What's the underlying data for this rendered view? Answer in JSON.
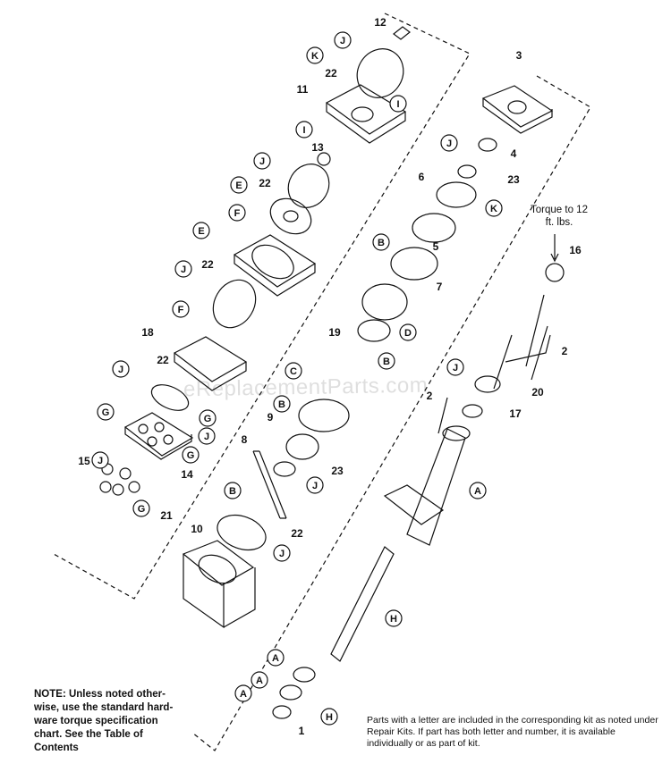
{
  "torque_note": "Torque to 12 ft. lbs.",
  "watermark": "eReplacementParts.com",
  "note_text": "NOTE: Unless noted other-wise, use the standard hard-ware torque specification chart. See the Table of Contents",
  "kit_note": "Parts with a letter are included in the corresponding kit as noted under Repair Kits. If part has both letter and number, it is available individually or as part of kit.",
  "callouts": [
    {
      "text": "12",
      "style": "num"
    },
    {
      "text": "J",
      "style": "circle"
    },
    {
      "text": "K",
      "style": "circle"
    },
    {
      "text": "22",
      "style": "num"
    },
    {
      "text": "I",
      "style": "circle"
    },
    {
      "text": "11",
      "style": "num"
    },
    {
      "text": "I",
      "style": "circle"
    },
    {
      "text": "13",
      "style": "num"
    },
    {
      "text": "J",
      "style": "circle"
    },
    {
      "text": "22",
      "style": "num"
    },
    {
      "text": "E",
      "style": "circle"
    },
    {
      "text": "F",
      "style": "circle"
    },
    {
      "text": "E",
      "style": "circle"
    },
    {
      "text": "22",
      "style": "num"
    },
    {
      "text": "J",
      "style": "circle"
    },
    {
      "text": "F",
      "style": "circle"
    },
    {
      "text": "18",
      "style": "num"
    },
    {
      "text": "22",
      "style": "num"
    },
    {
      "text": "J",
      "style": "circle"
    },
    {
      "text": "G",
      "style": "circle"
    },
    {
      "text": "G",
      "style": "circle"
    },
    {
      "text": "J",
      "style": "circle"
    },
    {
      "text": "J",
      "style": "circle"
    },
    {
      "text": "15",
      "style": "num"
    },
    {
      "text": "G",
      "style": "circle"
    },
    {
      "text": "14",
      "style": "num"
    },
    {
      "text": "G",
      "style": "circle"
    },
    {
      "text": "21",
      "style": "num"
    },
    {
      "text": "8",
      "style": "num"
    },
    {
      "text": "B",
      "style": "circle"
    },
    {
      "text": "10",
      "style": "num"
    },
    {
      "text": "22",
      "style": "num"
    },
    {
      "text": "J",
      "style": "circle"
    },
    {
      "text": "J",
      "style": "circle"
    },
    {
      "text": "23",
      "style": "num"
    },
    {
      "text": "9",
      "style": "num"
    },
    {
      "text": "B",
      "style": "circle"
    },
    {
      "text": "C",
      "style": "circle"
    },
    {
      "text": "19",
      "style": "num"
    },
    {
      "text": "B",
      "style": "circle"
    },
    {
      "text": "D",
      "style": "circle"
    },
    {
      "text": "B",
      "style": "circle"
    },
    {
      "text": "7",
      "style": "num"
    },
    {
      "text": "5",
      "style": "num"
    },
    {
      "text": "6",
      "style": "num"
    },
    {
      "text": "K",
      "style": "circle"
    },
    {
      "text": "23",
      "style": "num"
    },
    {
      "text": "J",
      "style": "circle"
    },
    {
      "text": "4",
      "style": "num"
    },
    {
      "text": "3",
      "style": "num"
    },
    {
      "text": "16",
      "style": "num"
    },
    {
      "text": "2",
      "style": "num"
    },
    {
      "text": "J",
      "style": "circle"
    },
    {
      "text": "20",
      "style": "num"
    },
    {
      "text": "2",
      "style": "num"
    },
    {
      "text": "17",
      "style": "num"
    },
    {
      "text": "A",
      "style": "circle"
    },
    {
      "text": "H",
      "style": "circle"
    },
    {
      "text": "A",
      "style": "circle"
    },
    {
      "text": "A",
      "style": "circle"
    },
    {
      "text": "A",
      "style": "circle"
    },
    {
      "text": "H",
      "style": "circle"
    },
    {
      "text": "1",
      "style": "num"
    }
  ]
}
